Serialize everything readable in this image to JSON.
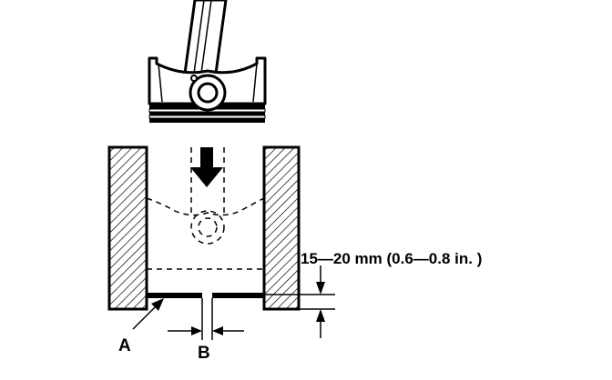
{
  "labels": {
    "measurement": "15—20 mm (0.6—0.8 in. )",
    "a": "A",
    "b": "B"
  },
  "colors": {
    "ink": "#000000",
    "paper": "#ffffff"
  }
}
